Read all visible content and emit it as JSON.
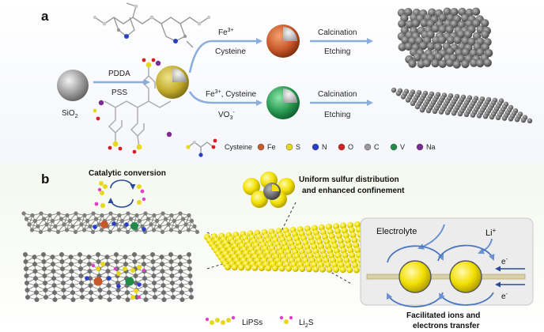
{
  "panel_a": {
    "label": "a",
    "sio2": "SiO",
    "sio2_sub": "2",
    "pdda": "PDDA",
    "pss": "PSS",
    "top_route": {
      "reagent_1": "Fe",
      "reagent_1_sup": "3+",
      "reagent_2": "Cysteine",
      "step_1": "Calcination",
      "step_2": "Etching"
    },
    "bottom_route": {
      "reagent_1": "Fe",
      "reagent_1_sup": "3+",
      "reagent_1_rest": ", Cysteine",
      "reagent_2": "VO",
      "reagent_2_sub": "3",
      "reagent_2_sup": "-",
      "step_1": "Calcination",
      "step_2": "Etching"
    },
    "legend": [
      {
        "label": "Cysteine",
        "color": ""
      },
      {
        "label": "Fe",
        "color": "#c8582a"
      },
      {
        "label": "S",
        "color": "#e8d81a"
      },
      {
        "label": "N",
        "color": "#2a3fc8"
      },
      {
        "label": "O",
        "color": "#d42020"
      },
      {
        "label": "C",
        "color": "#9a9a9a"
      },
      {
        "label": "V",
        "color": "#1f8a4a"
      },
      {
        "label": "Na",
        "color": "#7a2a90"
      }
    ]
  },
  "panel_b": {
    "label": "b",
    "catalytic": "Catalytic conversion",
    "uniform_1": "Uniform sulfur distribution",
    "uniform_2": "and enhanced confinement",
    "electrolyte": "Electrolyte",
    "li": "Li",
    "li_sup": "+",
    "e1": "e",
    "e1_sup": "-",
    "e2": "e",
    "e2_sup": "-",
    "facilitated_1": "Facilitated ions and",
    "facilitated_2": "electrons transfer",
    "lipss": "LiPSs",
    "li2s": "Li",
    "li2s_sub": "2",
    "li2s_tail": "S"
  },
  "colors": {
    "arrow": "#8aaedc",
    "fe_shell": "#c8582a",
    "v_shell": "#2a9a52",
    "pdda_shell": "#c9b53a",
    "sulfur": "#f2e000",
    "carbon": "#7d7d7d"
  }
}
